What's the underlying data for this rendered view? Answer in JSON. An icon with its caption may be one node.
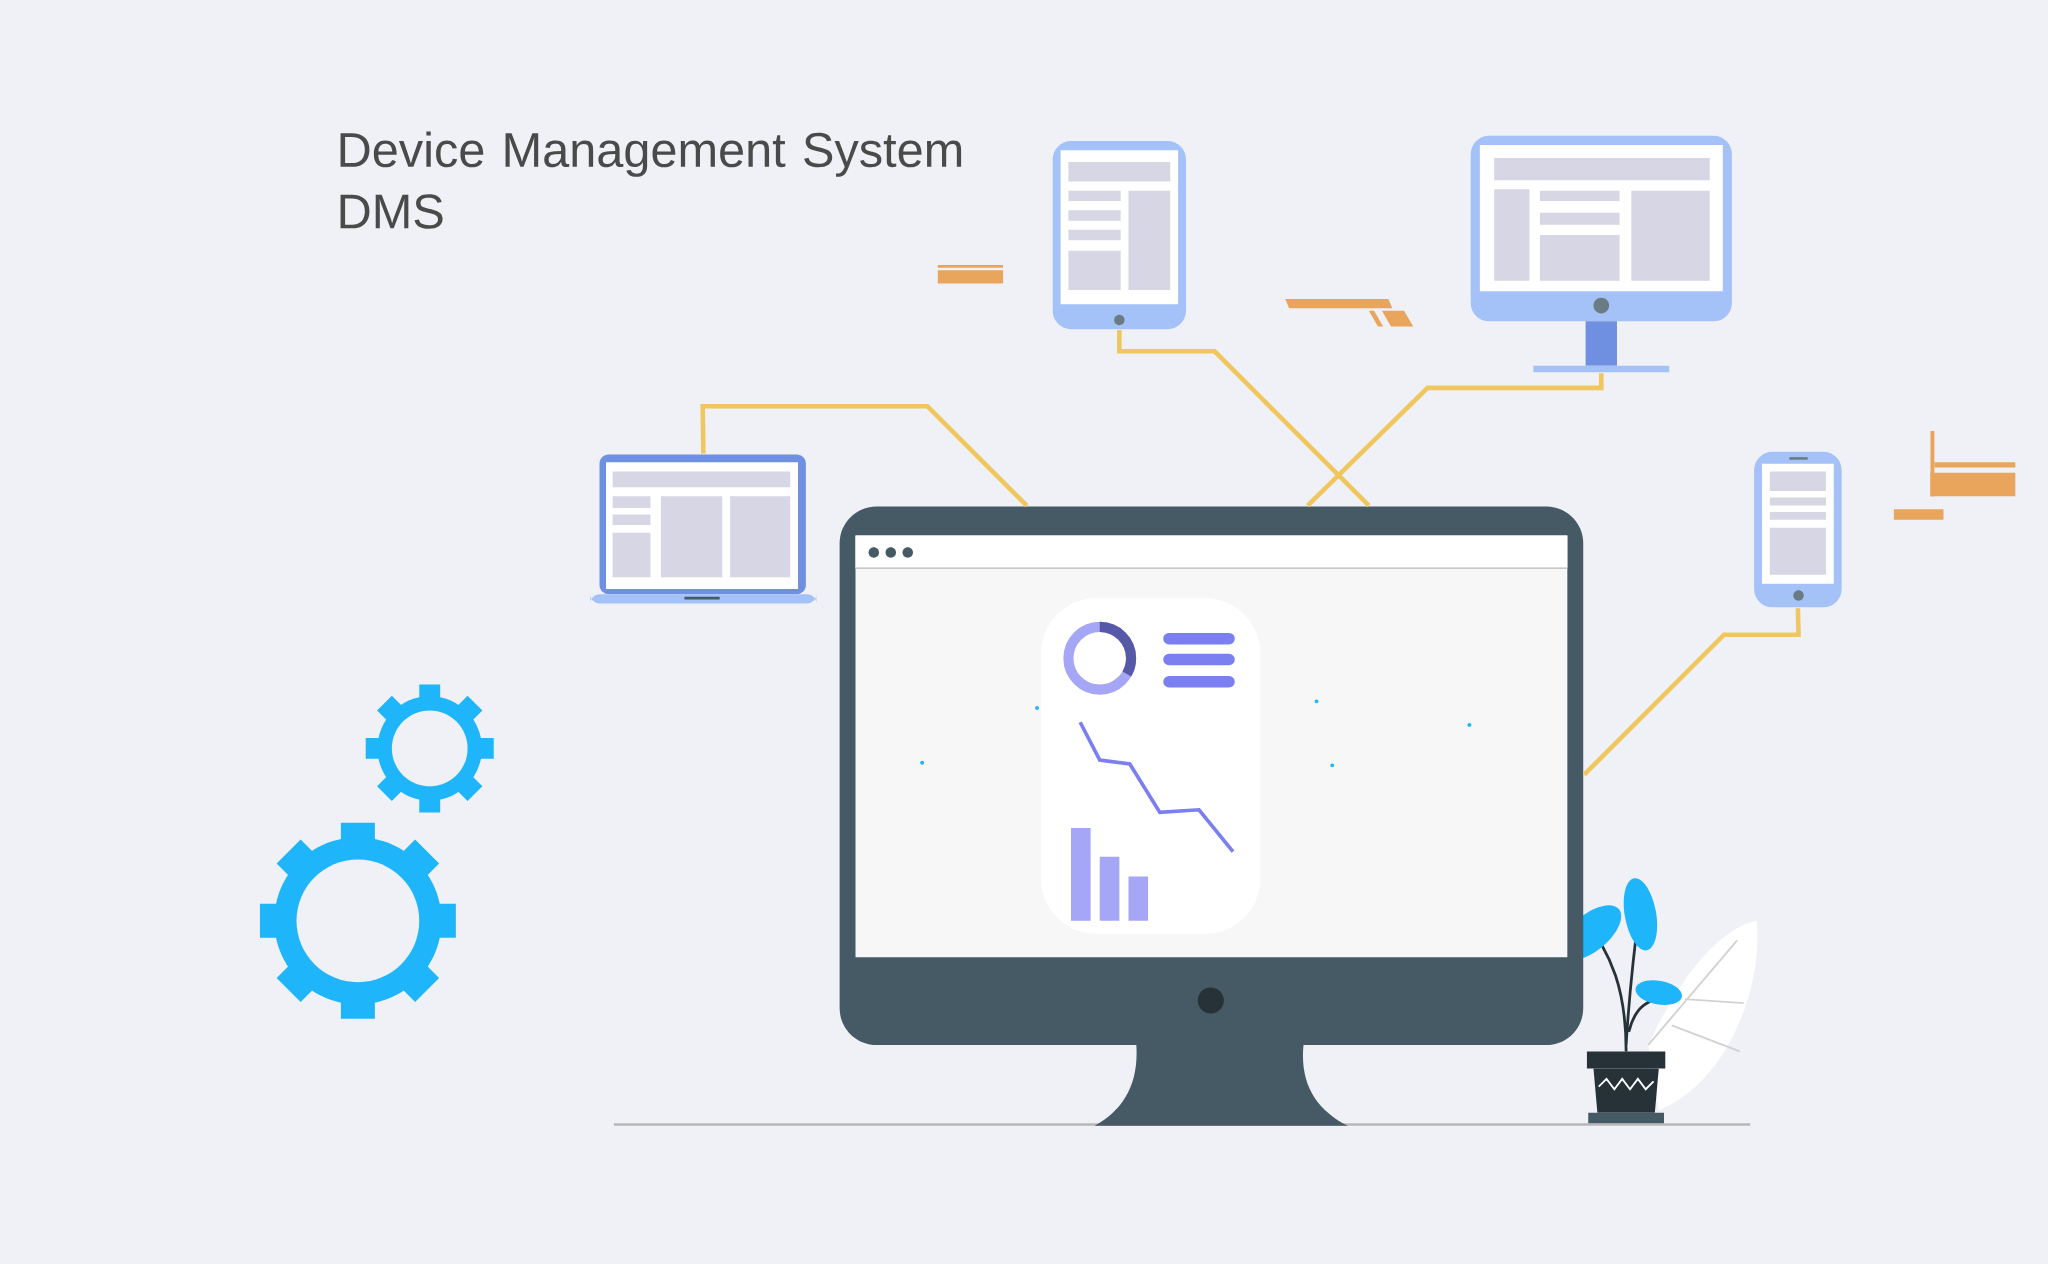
{
  "diagram": {
    "title": "Device Management System DMS",
    "nodes": [
      {
        "text": [],
        "shape": "picture"
      },
      {
        "text": [],
        "shape": "picture"
      },
      {
        "text": [],
        "shape": "picture"
      },
      {
        "text": [],
        "shape": "picture"
      },
      {
        "text": [],
        "shape": "picture"
      }
    ],
    "edges": [
      {
        "from": 1,
        "to": 0,
        "arrow": "none"
      },
      {
        "from": 2,
        "to": 0,
        "arrow": "none"
      },
      {
        "from": 3,
        "to": 0,
        "arrow": "none"
      },
      {
        "from": 4,
        "to": 0,
        "arrow": "none"
      }
    ]
  }
}
